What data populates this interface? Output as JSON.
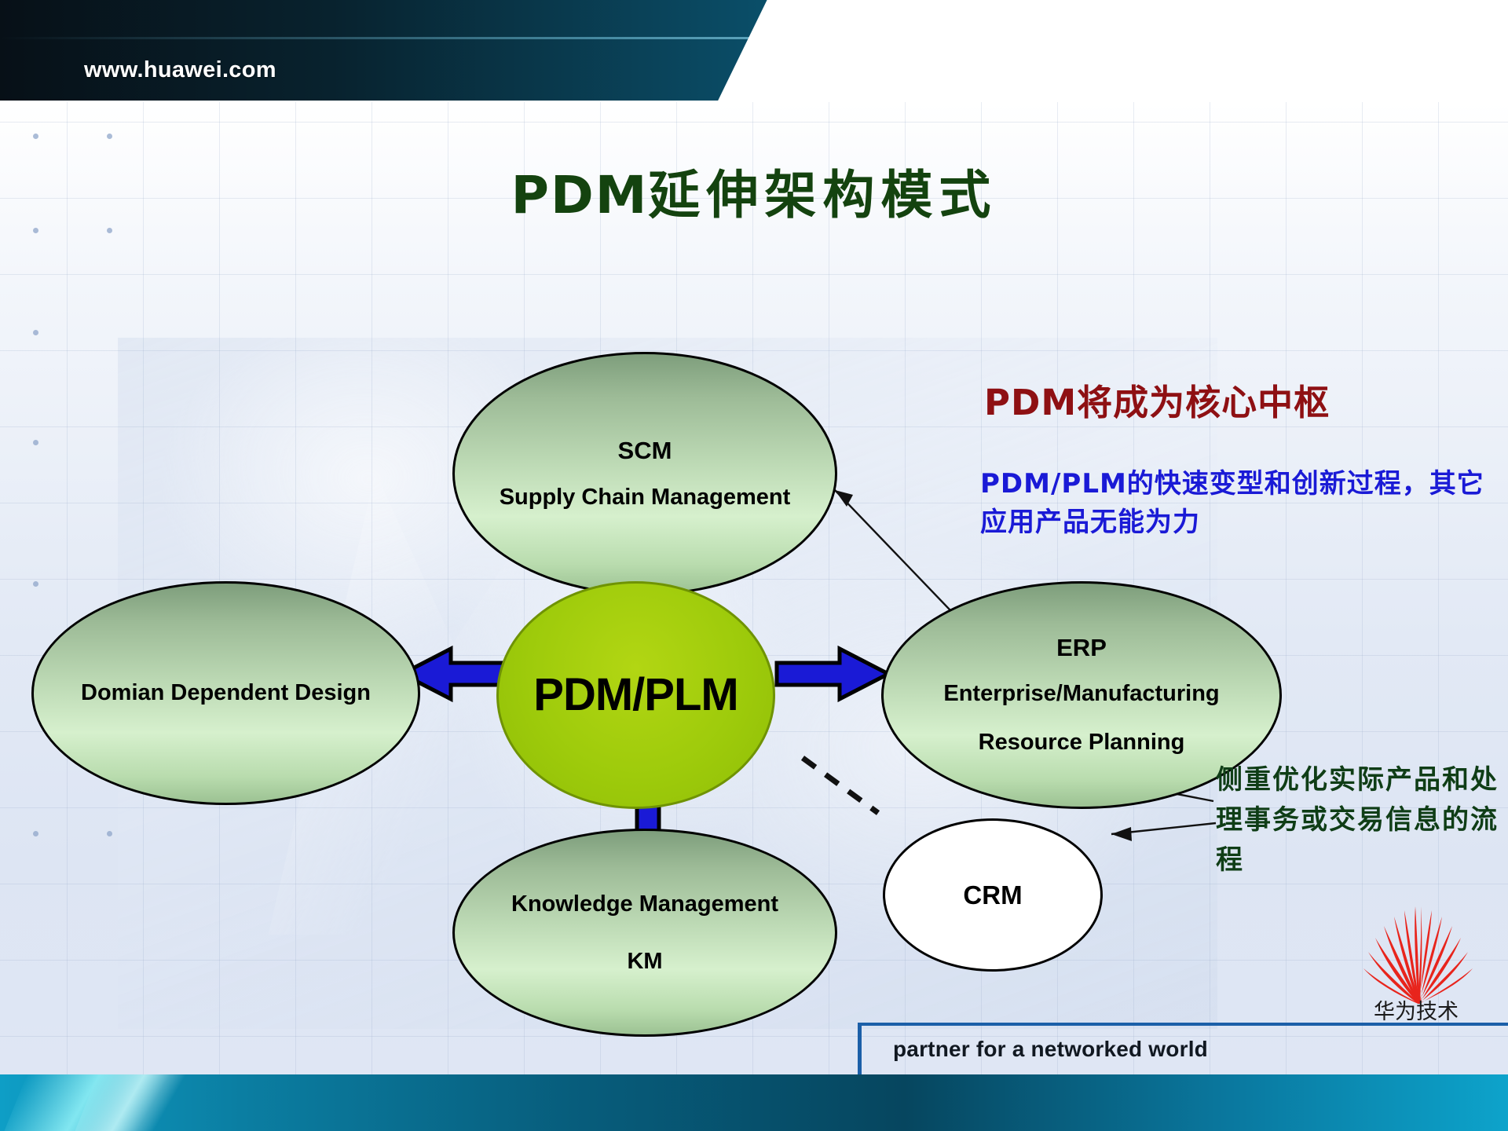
{
  "header": {
    "url": "www.huawei.com"
  },
  "title": {
    "latin": "PDM",
    "cn": "延伸架构模式",
    "full": "PDM延伸架构模式"
  },
  "diagram": {
    "type": "hub-and-spoke",
    "center": {
      "id": "pdm-plm",
      "label": "PDM/PLM",
      "color": "#9ecb0b"
    },
    "nodes": [
      {
        "id": "scm",
        "abbr": "SCM",
        "full": "Supply Chain Management",
        "position": "top",
        "color": "#bcd9b4"
      },
      {
        "id": "domain-dependent-design",
        "abbr": "Domian Dependent Design",
        "full": "",
        "position": "left",
        "color": "#bcd9b4"
      },
      {
        "id": "erp",
        "abbr": "ERP",
        "line2": "Enterprise/Manufacturing",
        "line3": "Resource Planning",
        "position": "right",
        "color": "#bcd9b4"
      },
      {
        "id": "km",
        "abbr": "KM",
        "full": "Knowledge Management",
        "position": "bottom",
        "color": "#bcd9b4"
      },
      {
        "id": "crm",
        "abbr": "CRM",
        "full": "",
        "position": "bottom-right",
        "color": "#ffffff"
      }
    ],
    "arrow_color": "#1a1ad6"
  },
  "annotations": {
    "red_heading": "PDM将成为核心中枢",
    "blue_note": "PDM/PLM的快速变型和创新过程，其它应用产品无能为力",
    "green_note": "侧重优化实际产品和处理事务或交易信息的流程",
    "colors": {
      "red": "#8e1013",
      "blue": "#1a1ad6",
      "green": "#0f3d16"
    }
  },
  "footer": {
    "tagline": "partner for a networked world",
    "logo_cn": "华为技术",
    "logo_color": "#e8241c"
  }
}
